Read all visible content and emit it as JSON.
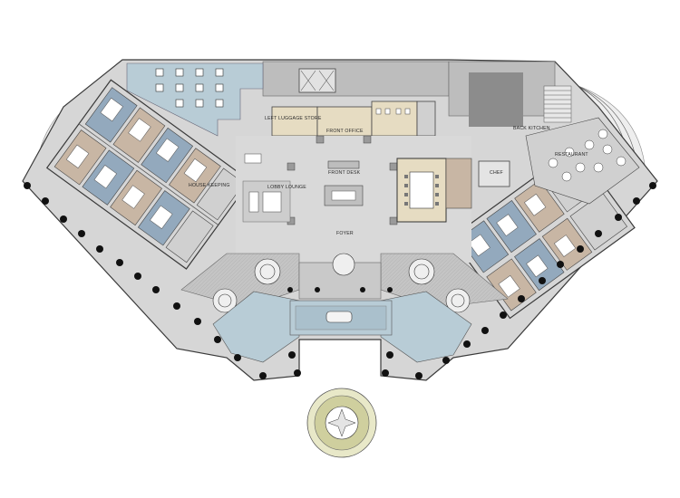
{
  "plan": {
    "labels": {
      "back_kitchen": "BACK KITCHEN",
      "left_luggage": "LEFT LUGGAGE STORE",
      "front_office": "FRONT OFFICE",
      "front_desk": "FRONT DESK",
      "lobby_lounge": "LOBBY LOUNGE",
      "foyer": "FOYER",
      "housekeeping": "HOUSE KEEPING",
      "chef": "CHEF",
      "restaurant": "RESTAURANT"
    },
    "colors": {
      "floor": "#d6d6d6",
      "terrace": "#c9c9c9",
      "room_blue": "#93a9bd",
      "water": "#b8ccd6",
      "wood": "#c8b6a4",
      "meeting": "#e6dcc2",
      "court": "#cfcf9e"
    }
  }
}
